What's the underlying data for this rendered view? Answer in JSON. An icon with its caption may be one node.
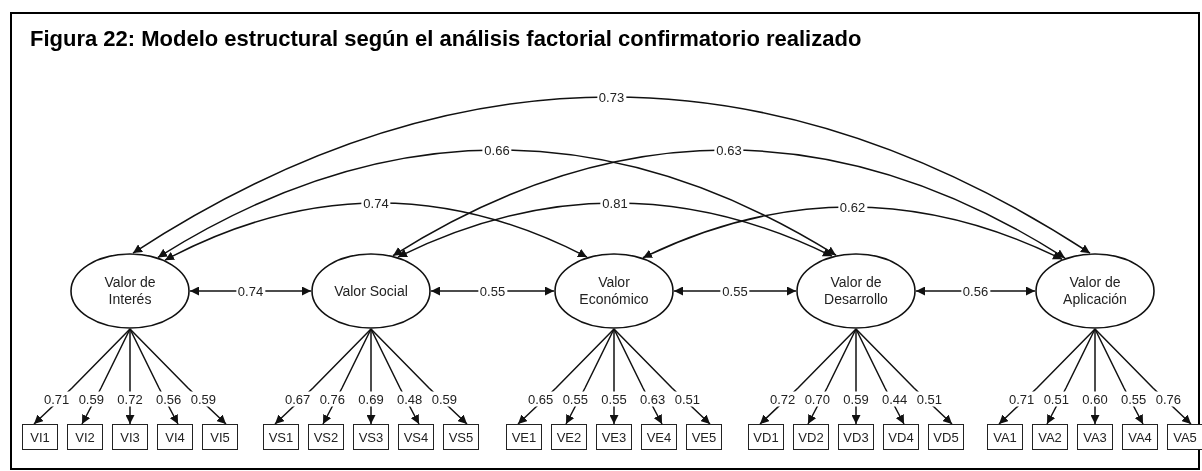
{
  "diagram": {
    "title": "Figura 22: Modelo estructural según el análisis factorial confirmatorio realizado",
    "nodes": [
      {
        "text": [
          "Valor de Interés"
        ]
      },
      {
        "text": [
          "Valor Social"
        ]
      },
      {
        "text": [
          "Valor Económico"
        ]
      },
      {
        "text": [
          "Valor de Desarrollo"
        ]
      },
      {
        "text": [
          "Valor de Aplicación"
        ]
      },
      {
        "text": [
          "VI1"
        ]
      },
      {
        "text": [
          "VI2"
        ]
      },
      {
        "text": [
          "VI3"
        ]
      },
      {
        "text": [
          "VI4"
        ]
      },
      {
        "text": [
          "VI5"
        ]
      },
      {
        "text": [
          "VS1"
        ]
      },
      {
        "text": [
          "VS2"
        ]
      },
      {
        "text": [
          "VS3"
        ]
      },
      {
        "text": [
          "VS4"
        ]
      },
      {
        "text": [
          "VS5"
        ]
      },
      {
        "text": [
          "VE1"
        ]
      },
      {
        "text": [
          "VE2"
        ]
      },
      {
        "text": [
          "VE3"
        ]
      },
      {
        "text": [
          "VE4"
        ]
      },
      {
        "text": [
          "VE5"
        ]
      },
      {
        "text": [
          "VD1"
        ]
      },
      {
        "text": [
          "VD2"
        ]
      },
      {
        "text": [
          "VD3"
        ]
      },
      {
        "text": [
          "VD4"
        ]
      },
      {
        "text": [
          "VD5"
        ]
      },
      {
        "text": [
          "VA1"
        ]
      },
      {
        "text": [
          "VA2"
        ]
      },
      {
        "text": [
          "VA3"
        ]
      },
      {
        "text": [
          "VA4"
        ]
      },
      {
        "text": [
          "VA5"
        ]
      }
    ],
    "edges": [
      {
        "from": 0,
        "to": 1,
        "arrow": "both",
        "label": "0.74"
      },
      {
        "from": 1,
        "to": 2,
        "arrow": "both",
        "label": "0.55"
      },
      {
        "from": 2,
        "to": 3,
        "arrow": "both",
        "label": "0.55"
      },
      {
        "from": 3,
        "to": 4,
        "arrow": "both",
        "label": "0.56"
      },
      {
        "from": 0,
        "to": 4,
        "arrow": "both",
        "label": "0.73"
      },
      {
        "from": 0,
        "to": 3,
        "arrow": "both",
        "label": "0.66"
      },
      {
        "from": 1,
        "to": 4,
        "arrow": "both",
        "label": "0.63"
      },
      {
        "from": 0,
        "to": 2,
        "arrow": "both",
        "label": "0.74"
      },
      {
        "from": 1,
        "to": 3,
        "arrow": "both",
        "label": "0.81"
      },
      {
        "from": 2,
        "to": 4,
        "arrow": "both",
        "label": "0.62"
      },
      {
        "from": 0,
        "to": 5,
        "arrow": "to",
        "label": "0.71"
      },
      {
        "from": 0,
        "to": 6,
        "arrow": "to",
        "label": "0.59"
      },
      {
        "from": 0,
        "to": 7,
        "arrow": "to",
        "label": "0.72"
      },
      {
        "from": 0,
        "to": 8,
        "arrow": "to",
        "label": "0.56"
      },
      {
        "from": 0,
        "to": 9,
        "arrow": "to",
        "label": "0.59"
      },
      {
        "from": 1,
        "to": 10,
        "arrow": "to",
        "label": "0.67"
      },
      {
        "from": 1,
        "to": 11,
        "arrow": "to",
        "label": "0.76"
      },
      {
        "from": 1,
        "to": 12,
        "arrow": "to",
        "label": "0.69"
      },
      {
        "from": 1,
        "to": 13,
        "arrow": "to",
        "label": "0.48"
      },
      {
        "from": 1,
        "to": 14,
        "arrow": "to",
        "label": "0.59"
      },
      {
        "from": 2,
        "to": 15,
        "arrow": "to",
        "label": "0.65"
      },
      {
        "from": 2,
        "to": 16,
        "arrow": "to",
        "label": "0.55"
      },
      {
        "from": 2,
        "to": 17,
        "arrow": "to",
        "label": "0.55"
      },
      {
        "from": 2,
        "to": 18,
        "arrow": "to",
        "label": "0.63"
      },
      {
        "from": 2,
        "to": 19,
        "arrow": "to",
        "label": "0.51"
      },
      {
        "from": 3,
        "to": 20,
        "arrow": "to",
        "label": "0.72"
      },
      {
        "from": 3,
        "to": 21,
        "arrow": "to",
        "label": "0.70"
      },
      {
        "from": 3,
        "to": 22,
        "arrow": "to",
        "label": "0.59"
      },
      {
        "from": 3,
        "to": 23,
        "arrow": "to",
        "label": "0.44"
      },
      {
        "from": 3,
        "to": 24,
        "arrow": "to",
        "label": "0.51"
      },
      {
        "from": 4,
        "to": 25,
        "arrow": "to",
        "label": "0.71"
      },
      {
        "from": 4,
        "to": 26,
        "arrow": "to",
        "label": "0.51"
      },
      {
        "from": 4,
        "to": 27,
        "arrow": "to",
        "label": "0.60"
      },
      {
        "from": 4,
        "to": 28,
        "arrow": "to",
        "label": "0.55"
      },
      {
        "from": 4,
        "to": 29,
        "arrow": "to",
        "label": "0.76"
      }
    ]
  }
}
